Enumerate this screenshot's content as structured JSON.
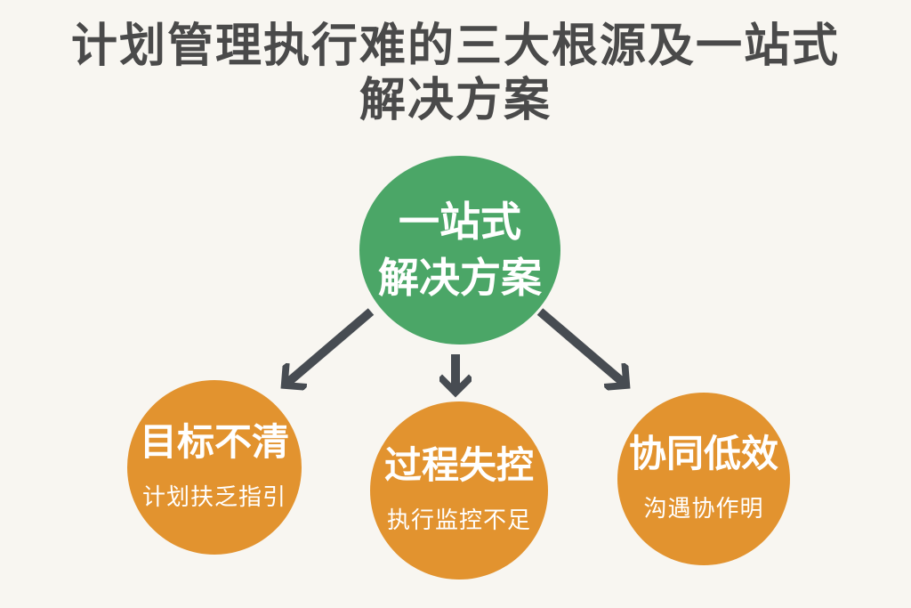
{
  "colors": {
    "background": "#F8F6F1",
    "title_text": "#4A4A4A",
    "solution_green": "#4BA667",
    "cause_orange": "#E2932F",
    "circle_text": "#FFFFFF",
    "arrow_gray": "#474C52"
  },
  "title": {
    "line1": "计划管理执行难的三大根源及一站式",
    "line2": "解决方案"
  },
  "solution": {
    "line1": "一站式",
    "line2": "解决方案"
  },
  "causes": [
    {
      "title": "目标不清",
      "subtitle": "计划扶乏指引"
    },
    {
      "title": "过程失控",
      "subtitle": "执行监控不足"
    },
    {
      "title": "协同低效",
      "subtitle": "沟遇协作明"
    }
  ]
}
